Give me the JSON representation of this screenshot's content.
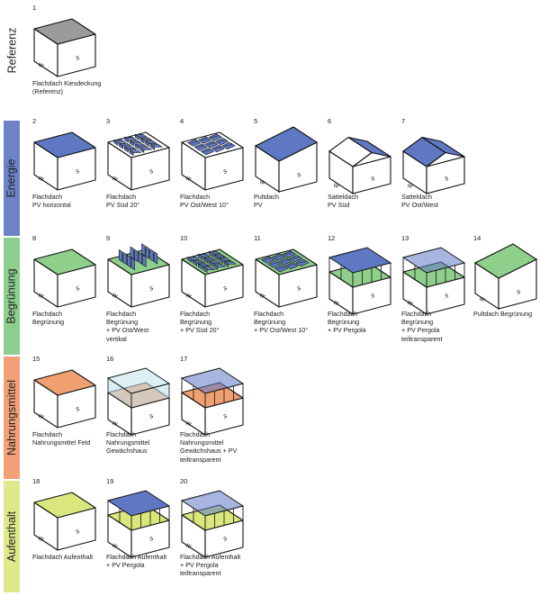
{
  "colors": {
    "gravel": "#9b9b9b",
    "pv": "#5f78c4",
    "green": "#8fcf8c",
    "food": "#f0a070",
    "greenhouse": "#bfe3ec",
    "leisure": "#d9e77d",
    "band_energie": "#6d82c8",
    "band_begruenung": "#8ccf8c",
    "band_nahrungsmittel": "#f2a079",
    "band_aufenthalt": "#dde98a"
  },
  "bands": [
    {
      "key": "referenz",
      "label": "Referenz",
      "color": null
    },
    {
      "key": "energie",
      "label": "Energie",
      "color": "band_energie"
    },
    {
      "key": "begruenung",
      "label": "Begrünung",
      "color": "band_begruenung"
    },
    {
      "key": "nahrungsmittel",
      "label": "Nahrungsmittel",
      "color": "band_nahrungsmittel"
    },
    {
      "key": "aufenthalt",
      "label": "Aufenthalt",
      "color": "band_aufenthalt"
    }
  ],
  "cells": [
    {
      "num": "1",
      "cap": [
        "Flachdach Kiesdeckung",
        "(Referenz)"
      ],
      "roof": "flat",
      "fill": "gravel"
    },
    {
      "num": "2",
      "cap": [
        "Flachdach",
        "PV horizontal"
      ],
      "roof": "flat",
      "fill": "pv"
    },
    {
      "num": "3",
      "cap": [
        "Flachdach",
        "PV Süd 20°"
      ],
      "roof": "flat",
      "fill": "white",
      "extra": "pv-south"
    },
    {
      "num": "4",
      "cap": [
        "Flachdach",
        "PV Ost/West 10°"
      ],
      "roof": "flat",
      "fill": "white",
      "extra": "pv-eastwest"
    },
    {
      "num": "5",
      "cap": [
        "Pultdach",
        "PV"
      ],
      "roof": "mono",
      "fill": "pv"
    },
    {
      "num": "6",
      "cap": [
        "Satteldach",
        "PV Süd"
      ],
      "roof": "gable",
      "fill": "pv",
      "side": "one"
    },
    {
      "num": "7",
      "cap": [
        "Satteldach",
        "PV Ost/West"
      ],
      "roof": "gable",
      "fill": "pv",
      "side": "both"
    },
    {
      "num": "8",
      "cap": [
        "Flachdach",
        "Begrünung"
      ],
      "roof": "flat",
      "fill": "green"
    },
    {
      "num": "9",
      "cap": [
        "Flachdach",
        "Begrünung",
        "+ PV Ost/West",
        "vertikal"
      ],
      "roof": "flat",
      "fill": "green",
      "extra": "pv-vertical"
    },
    {
      "num": "10",
      "cap": [
        "Flachdach",
        "Begrünung",
        "+ PV Süd 20°"
      ],
      "roof": "flat",
      "fill": "green",
      "extra": "pv-south"
    },
    {
      "num": "11",
      "cap": [
        "Flachdach",
        "Begrünung",
        "+ PV Ost/West 10°"
      ],
      "roof": "flat",
      "fill": "green",
      "extra": "pv-eastwest"
    },
    {
      "num": "12",
      "cap": [
        "Flachdach",
        "Begrünung",
        "+ PV Pergola"
      ],
      "roof": "flat",
      "fill": "green",
      "canopy": "pv"
    },
    {
      "num": "13",
      "cap": [
        "Flachdach",
        "Begrünung",
        "+ PV Pergola",
        "teiltransparent"
      ],
      "roof": "flat",
      "fill": "green",
      "canopy": "pv-transparent"
    },
    {
      "num": "14",
      "cap": [
        "Pultdach Begrünung"
      ],
      "roof": "mono",
      "fill": "green"
    },
    {
      "num": "15",
      "cap": [
        "Flachdach",
        "Nahrungsmittel Feld"
      ],
      "roof": "flat",
      "fill": "food"
    },
    {
      "num": "16",
      "cap": [
        "Flachdach",
        "Nahrungsmittel",
        "Gewächshaus"
      ],
      "roof": "flat",
      "fill": "food",
      "canopy": "greenhouse"
    },
    {
      "num": "17",
      "cap": [
        "Flachdach",
        "Nahrungsmittel",
        "Gewächshaus +  PV",
        "teiltransparent"
      ],
      "roof": "flat",
      "fill": "food",
      "canopy": "pv-transparent"
    },
    {
      "num": "18",
      "cap": [
        "Flachdach Aufenthalt"
      ],
      "roof": "flat",
      "fill": "leisure"
    },
    {
      "num": "19",
      "cap": [
        "Flachdach Aufenthalt",
        "+ PV Pergola"
      ],
      "roof": "flat",
      "fill": "leisure",
      "canopy": "pv"
    },
    {
      "num": "20",
      "cap": [
        "Flachdach Aufenthalt",
        "+ PV Pergola",
        "teiltransparent"
      ],
      "roof": "flat",
      "fill": "leisure",
      "canopy": "pv-transparent"
    }
  ],
  "compass": {
    "west": "W",
    "south": "S"
  }
}
